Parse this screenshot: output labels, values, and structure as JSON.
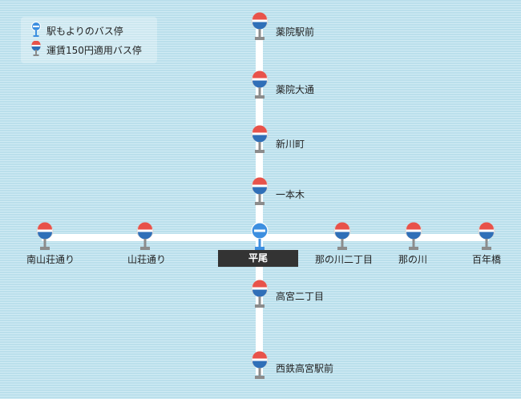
{
  "legend": {
    "station_stop": "駅もよりのバス停",
    "fare150_stop": "運賃150円適用バス停"
  },
  "current_stop": "平尾",
  "stops": {
    "yakuin_ekimae": "薬院駅前",
    "yakuin_odori": "薬院大通",
    "shinkawa_machi": "新川町",
    "ippongi": "一本木",
    "minamiyamaso_dori": "南山荘通り",
    "yamaso_dori": "山荘通り",
    "nanokawa_2chome": "那の川二丁目",
    "nanokawa": "那の川",
    "hyakunenbashi": "百年橋",
    "takamiya_2chome": "高宮二丁目",
    "nishitetsu_takamiya_ekimae": "西鉄高宮駅前"
  },
  "colors": {
    "fare_stop_top": "#e8524a",
    "fare_stop_bottom": "#2f6fb8",
    "station_stop": "#3d8fe0",
    "route_line": "#ffffff",
    "current_label_bg": "#333333"
  }
}
